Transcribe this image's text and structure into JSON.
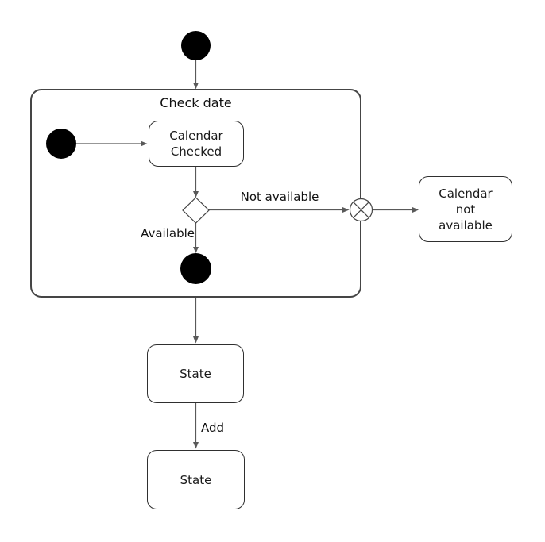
{
  "diagram": {
    "type": "uml-state-machine",
    "composite": {
      "label": "Check date"
    },
    "states": {
      "calendar_checked": {
        "label": "Calendar\nChecked"
      },
      "calendar_not_available": {
        "label": "Calendar\nnot\navailable"
      },
      "state_upper": {
        "label": "State"
      },
      "state_lower": {
        "label": "State"
      }
    },
    "transitions": {
      "not_available": {
        "label": "Not available"
      },
      "available": {
        "label": "Available"
      },
      "add": {
        "label": "Add"
      }
    },
    "icons": {
      "initial_top": "initial-state-icon (filled black circle)",
      "initial_inner": "initial-state-icon (filled black circle)",
      "final_inner": "final-state-icon (filled black circle)",
      "choice": "choice-diamond-icon (white diamond)",
      "exit_point": "exit-point-icon (circle with X)"
    },
    "colors": {
      "background": "#ffffff",
      "line": "#595959",
      "box_border": "#2f2f2f",
      "composite_border": "#454545",
      "node_fill": "#000000",
      "text": "#111111"
    }
  }
}
